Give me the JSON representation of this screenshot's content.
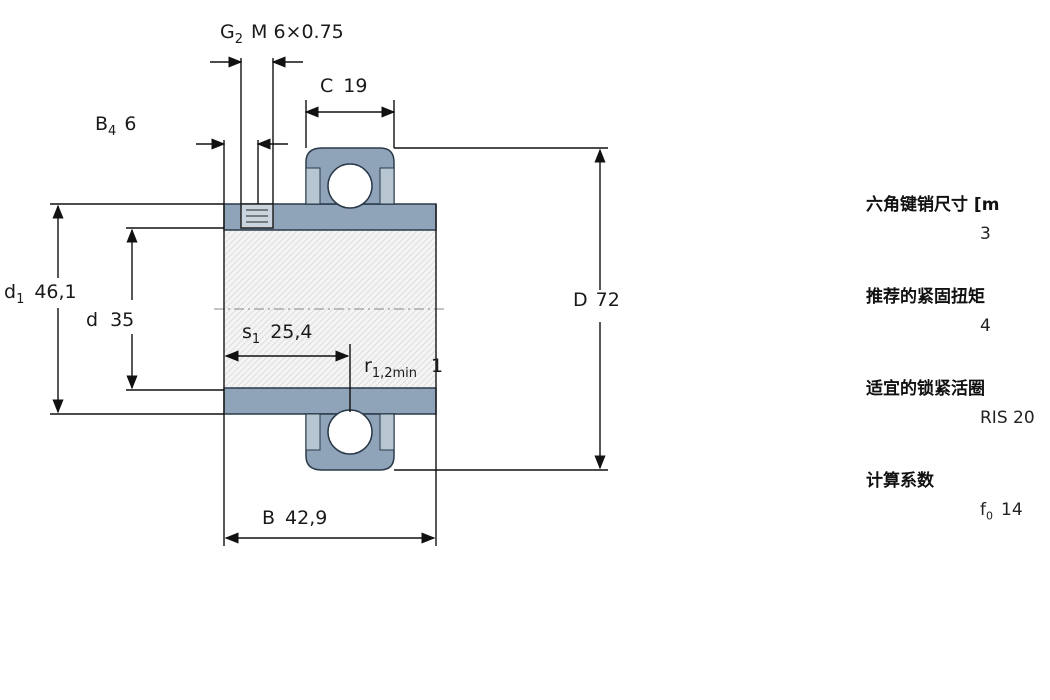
{
  "drawing": {
    "dimensions": {
      "G2": {
        "symbol": "G",
        "sub": "2",
        "value": "M 6×0.75"
      },
      "C": {
        "symbol": "C",
        "value": "19"
      },
      "B4": {
        "symbol": "B",
        "sub": "4",
        "value": "6"
      },
      "d1": {
        "symbol": "d",
        "sub": "1",
        "value": "46,1"
      },
      "d": {
        "symbol": "d",
        "value": "35"
      },
      "D": {
        "symbol": "D",
        "value": "72"
      },
      "s1": {
        "symbol": "s",
        "sub": "1",
        "value": "25,4"
      },
      "r12": {
        "symbol": "r",
        "sub": "1,2min",
        "value": "1"
      },
      "B": {
        "symbol": "B",
        "value": "42,9"
      }
    },
    "colors": {
      "ring": "#8fa4b8",
      "ring_stroke": "#2a3a4a",
      "outline": "#222222",
      "hatch": "#d8d8d8"
    }
  },
  "properties": [
    {
      "label": "六角键销尺寸 [m",
      "value": "3"
    },
    {
      "label": "推荐的紧固扭矩",
      "value": "4"
    },
    {
      "label": "适宜的锁紧活圈",
      "value": "RIS 20"
    },
    {
      "label": "计算系数",
      "value": "f",
      "value_sub": "0",
      "value_suffix": "14"
    }
  ]
}
